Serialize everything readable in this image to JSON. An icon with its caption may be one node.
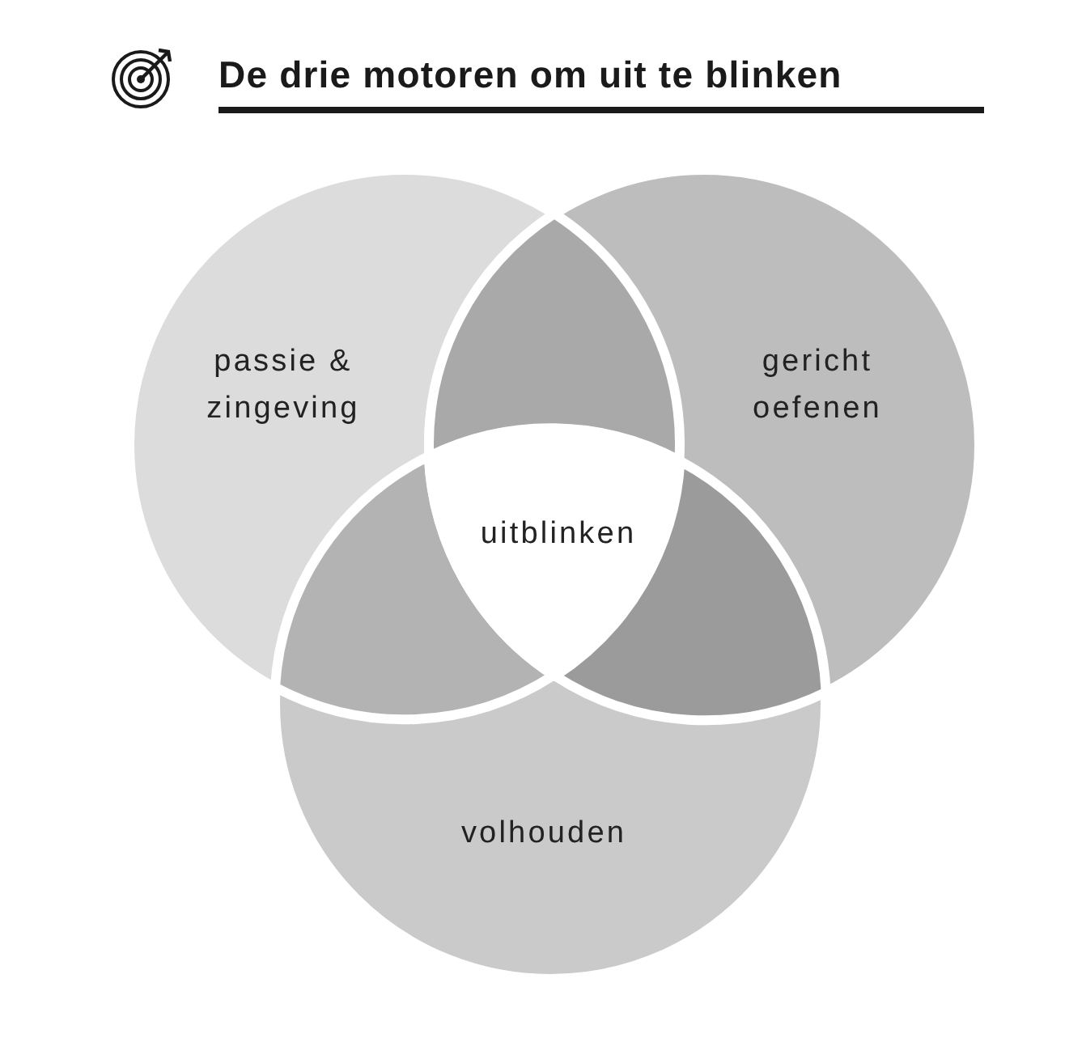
{
  "diagram": {
    "title": "De drie motoren om uit te blinken",
    "nodes": [
      {
        "text": [
          "passie & zingeving"
        ]
      },
      {
        "text": [],
        "shape": "lens"
      },
      {
        "text": [
          "gericht oefenen"
        ]
      },
      {
        "text": [],
        "shape": "lens"
      },
      {
        "text": [
          "uitblinken"
        ]
      },
      {
        "text": [],
        "shape": "lens"
      },
      {
        "text": [
          "volhouden"
        ]
      }
    ]
  }
}
